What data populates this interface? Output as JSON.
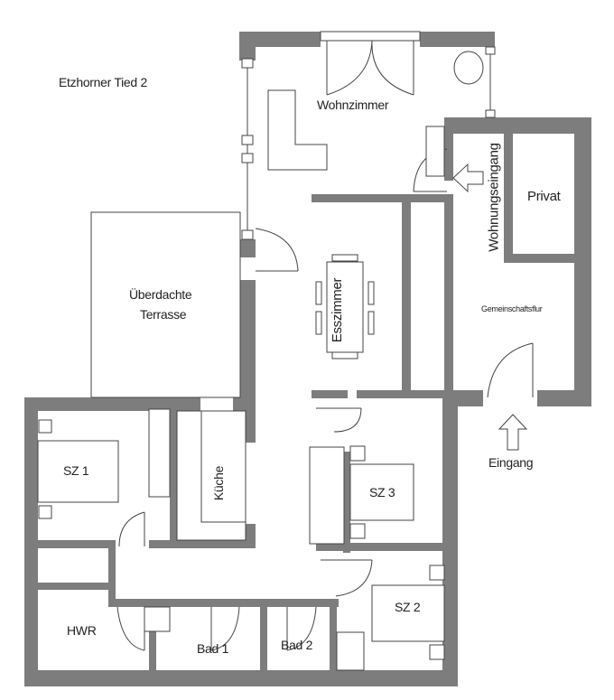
{
  "title": "Etzhorner Tied 2",
  "rooms": {
    "wohnzimmer": "Wohnzimmer",
    "terrasse_line1": "Überdachte",
    "terrasse_line2": "Terrasse",
    "esszimmer": "Esszimmer",
    "wohnungseingang": "Wohnungseingang",
    "privat": "Privat",
    "gemeinschaftsflur": "Gemeinschaftsflur",
    "eingang": "Eingang",
    "sz1": "SZ 1",
    "kueche": "Küche",
    "sz3": "SZ 3",
    "sz2": "SZ 2",
    "hwr": "HWR",
    "bad1": "Bad 1",
    "bad2": "Bad 2"
  },
  "colors": {
    "wall": "#7d7d7d",
    "line": "#444444"
  }
}
